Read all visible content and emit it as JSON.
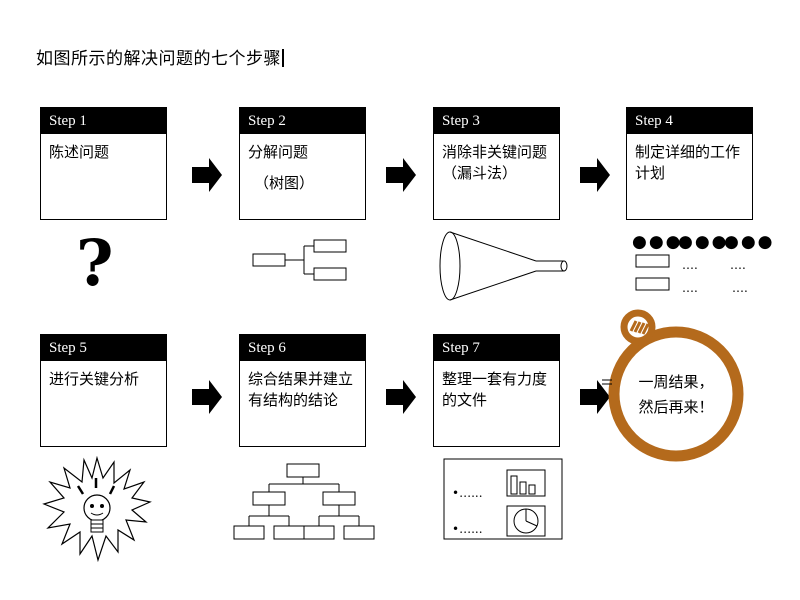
{
  "title": "如图所示的解决问题的七个步骤",
  "steps": [
    {
      "header": "Step 1",
      "text": "陈述问题",
      "sub": ""
    },
    {
      "header": "Step 2",
      "text": "分解问题",
      "sub": "（树图）"
    },
    {
      "header": "Step 3",
      "text": "消除非关键问题（漏斗法）",
      "sub": ""
    },
    {
      "header": "Step 4",
      "text": "制定详细的工作计划",
      "sub": ""
    },
    {
      "header": "Step 5",
      "text": "进行关键分析",
      "sub": ""
    },
    {
      "header": "Step 6",
      "text": "综合结果并建立有结构的结论",
      "sub": ""
    },
    {
      "header": "Step 7",
      "text": "整理一套有力度的文件",
      "sub": ""
    }
  ],
  "question_mark": "?",
  "plan_dots": "●●●",
  "plan_ellipsis": "….",
  "doc_bullet": "•…...",
  "stopwatch": {
    "line1": "一周结果，",
    "line2": "然后再来！",
    "color": "#b46a1c"
  }
}
